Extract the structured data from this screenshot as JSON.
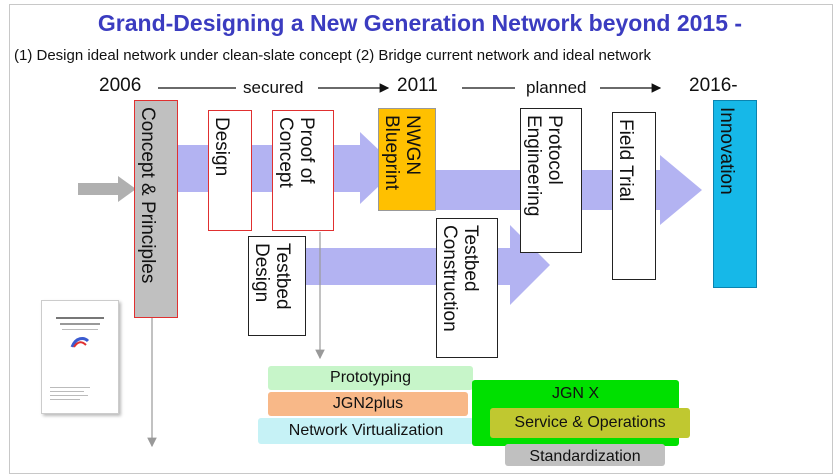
{
  "title": "Grand-Designing a New Generation Network beyond 2015 -",
  "subtitle": "(1)   Design ideal network under clean-slate concept (2) Bridge current network and ideal network",
  "timeline": {
    "start": "2006",
    "secured": "secured",
    "mid": "2011",
    "planned": "planned",
    "end": "2016-"
  },
  "phases": {
    "concept": "Concept & Principles",
    "design": "Design",
    "proof": "Proof of Concept",
    "nwgn": "NWGN Blueprint",
    "protocol": "Protocol Engineering",
    "field": "Field Trial",
    "innovation": "Innovation",
    "testbed_design": "Testbed Design",
    "testbed_construction": "Testbed Construction"
  },
  "projects": {
    "prototyping": "Prototyping",
    "jgn2plus": "JGN2plus",
    "virtualization": "Network Virtualization",
    "jgnx": "JGN X",
    "service": "Service & Operations",
    "standardization": "Standardization"
  },
  "colors": {
    "title": "#3b3cc0",
    "arrow": "#b3b3f2",
    "concept_fill": "#c0c0c0",
    "concept_border": "#e03030",
    "nwgn_fill": "#ffc000",
    "innovation_fill": "#16b8e8",
    "prototyping": "#c7f5c9",
    "jgn2plus": "#f8b888",
    "virtualization": "#c6f2f6",
    "jgnx": "#00e000",
    "service": "#c0c830",
    "standardization": "#c0c0c0"
  }
}
